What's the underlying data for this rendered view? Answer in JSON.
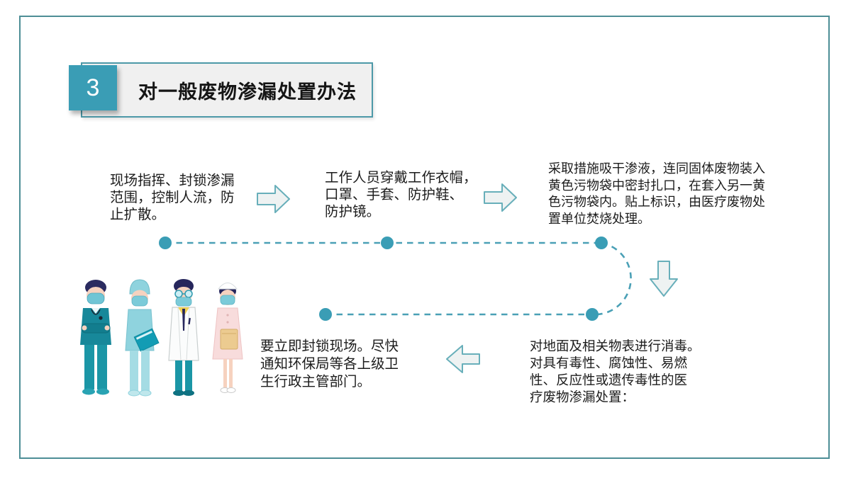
{
  "header": {
    "number": "3",
    "title": "对一般废物渗漏处置办法"
  },
  "steps": [
    {
      "name": "command-and-seal",
      "lines": [
        "现场指挥、封锁渗漏",
        "范围，控制人流，防",
        "止扩散。"
      ]
    },
    {
      "name": "protective-wear",
      "lines": [
        "工作人员穿戴工作衣帽，",
        "口罩、手套、防护鞋、",
        "防护镜。"
      ]
    },
    {
      "name": "absorb-and-bag",
      "lines": [
        "采取措施吸干渗液，连同固体废物装入",
        "黄色污物袋中密封扎口，在套入另一黄",
        "色污物袋内。贴上标识，由医疗废物处",
        "置单位焚烧处理。"
      ]
    },
    {
      "name": "disinfect-surfaces",
      "lines": [
        "对地面及相关物表进行消毒。",
        "对具有毒性、腐蚀性、易燃",
        "性、反应性或遗传毒性的医",
        "疗废物渗漏处置："
      ]
    },
    {
      "name": "seal-site-notify",
      "lines": [
        "要立即封锁现场。尽快",
        "通知环保局等各上级卫",
        "生行政主管部门。"
      ]
    }
  ],
  "icons": {
    "arrow_right": "block-arrow-right",
    "arrow_down": "block-arrow-down",
    "arrow_left": "block-arrow-left",
    "flow_dots": "connector-node-dot",
    "illustration": "four-medical-workers"
  },
  "colors": {
    "accent_teal": "#3a9db5",
    "frame_border": "#4d8e96",
    "title_box_border": "#4d99a8",
    "title_box_fill": "#f0f0f0",
    "arrow_border": "#68afba",
    "arrow_fill": "#eef2f2",
    "dash_line": "#4aa0b6",
    "text": "#1c1c1c"
  }
}
